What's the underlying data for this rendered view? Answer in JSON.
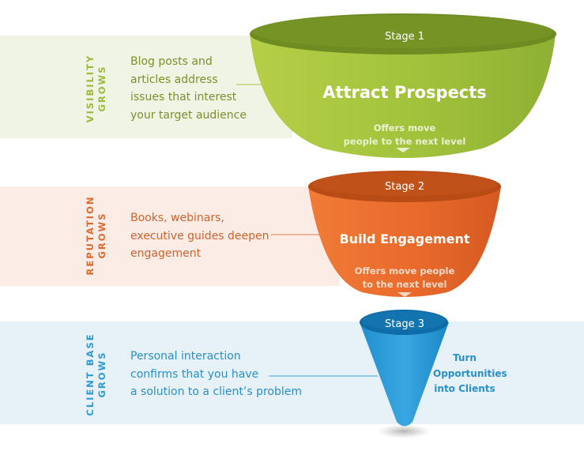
{
  "stages": [
    {
      "side_label": [
        "VISIBILITY",
        "GROWS"
      ],
      "description": [
        "Blog posts  and",
        "articles address",
        "issues that interest",
        "your target  audience"
      ],
      "stage_label": "Stage 1",
      "title": "Attract Prospects",
      "offer": [
        "Offers move",
        "people to the next level"
      ],
      "color": "#9dbf3b"
    },
    {
      "side_label": [
        "REPUTATION",
        "GROWS"
      ],
      "description": [
        "Books, webinars,",
        "executive guides deepen",
        "engagement"
      ],
      "stage_label": "Stage 2",
      "title": "Build Engagement",
      "offer": [
        "Offers move people",
        "to the next level"
      ],
      "color": "#e8672a"
    },
    {
      "side_label": [
        "CLIENT BASE",
        "GROWS"
      ],
      "description": [
        "Personal interaction",
        "confirms that you have",
        "a solution to a client’s problem"
      ],
      "stage_label": "Stage 3",
      "title": "",
      "offer": [],
      "color": "#2b9ad8"
    }
  ],
  "outcome": [
    "Turn",
    "Opportunities",
    "into Clients"
  ]
}
